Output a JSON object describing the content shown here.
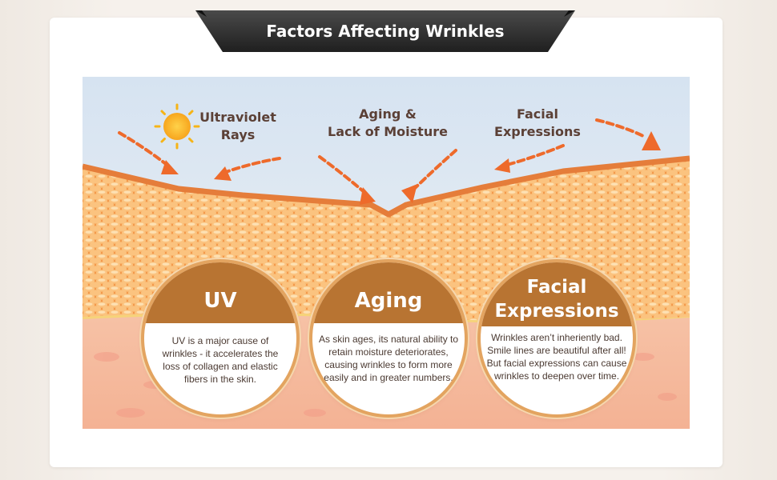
{
  "title": "Factors Affecting Wrinkles",
  "labels": {
    "uv": "Ultraviolet\nRays",
    "aging": "Aging &\nLack of Moisture",
    "facial": "Facial\nExpressions"
  },
  "circles": [
    {
      "heading": "UV",
      "text": "UV is a major cause of wrinkles - it accelerates the loss of collagen and elastic fibers in the skin."
    },
    {
      "heading": "Aging",
      "text": "As skin ages, its natural ability to retain moisture deteriorates, causing wrinkles to form more easily and in greater numbers."
    },
    {
      "heading": "Facial Expressions",
      "text": "Wrinkles aren’t inheriently bad.  Smile lines are beautiful after all!  But facial expressions can cause wrinkles to deepen over time."
    }
  ],
  "icons": {
    "sun": "sun-icon",
    "arrow": "dashed-arrow-icon"
  },
  "colors": {
    "banner": "#2b2b2b",
    "cap": "#b87432",
    "skin": "#f3a45a",
    "arrow": "#ee6a2b",
    "sky": "#dbe6f2"
  }
}
